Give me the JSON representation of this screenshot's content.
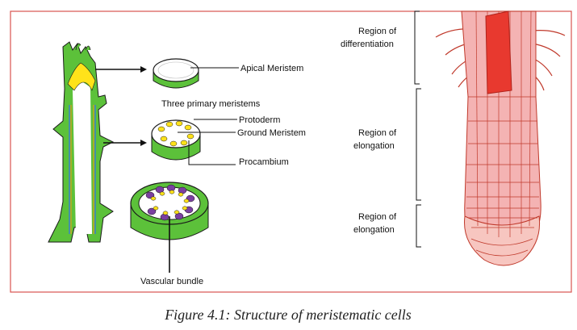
{
  "caption": "Figure 4.1: Structure of meristematic cells",
  "left_labels": {
    "apical_meristem": "Apical Meristem",
    "three_primary_meristems": "Three primary meristems",
    "protoderm": "Protoderm",
    "ground_meristem": "Ground Meristem",
    "procambium": "Procambium",
    "vascular_bundle": "Vascular bundle"
  },
  "right_labels": {
    "differentiation_line1": "Region of",
    "differentiation_line2": "differentiation",
    "elongation_line1": "Region of",
    "elongation_line2": "elongation",
    "lower_line1": "Region of",
    "lower_line2": "elongation"
  },
  "colors": {
    "frame_border": "#d9534f",
    "stem_green": "#5cc13a",
    "meristem_yellow": "#ffe21a",
    "bundle_purple": "#7a3fa0",
    "root_pink": "#f4b3b3",
    "root_red": "#e8392f",
    "outline": "#1a1a1a"
  }
}
